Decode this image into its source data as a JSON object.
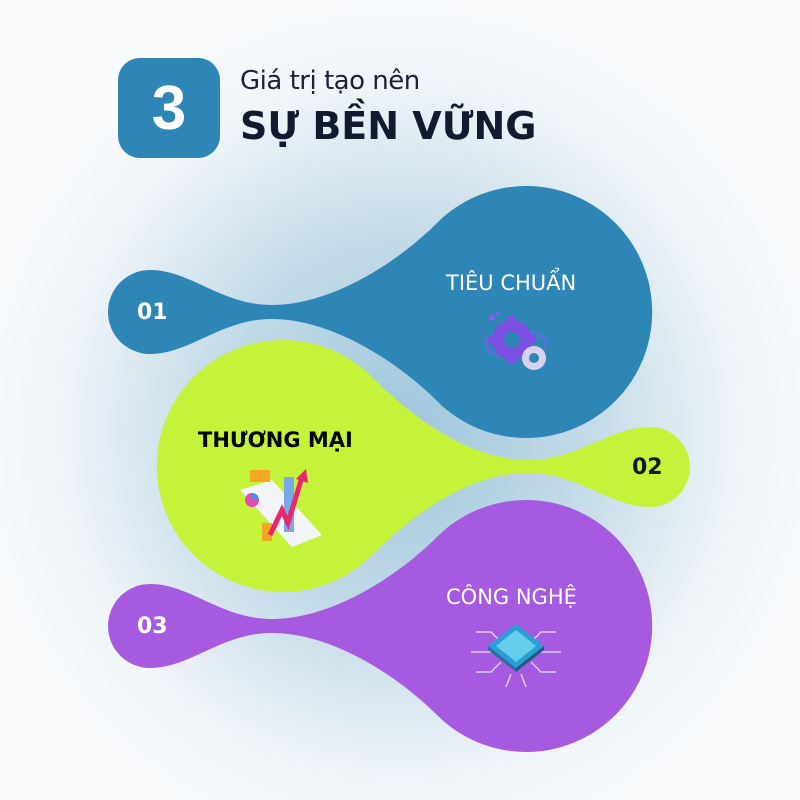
{
  "header": {
    "number": "3",
    "subtitle": "Giá trị  tạo nên",
    "title": "SỰ BỀN VỮNG"
  },
  "items": [
    {
      "number": "01",
      "label": "TIÊU CHUẨN",
      "icon": "gears-icon",
      "color": "#2d86b5"
    },
    {
      "number": "02",
      "label": "THƯƠNG MẠI",
      "icon": "business-chart-icon",
      "color": "#c4f33a"
    },
    {
      "number": "03",
      "label": "CÔNG NGHỆ",
      "icon": "microchip-icon",
      "color": "#a55ae0"
    }
  ]
}
